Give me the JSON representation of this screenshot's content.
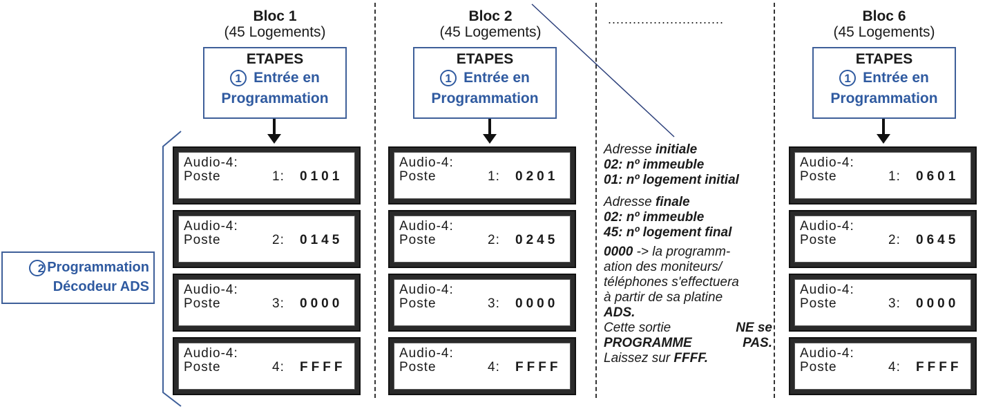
{
  "blocks": [
    {
      "name": "Bloc 1",
      "sub": "(45 Logements)",
      "codes": [
        "0101",
        "0145",
        "0000",
        "FFFF"
      ]
    },
    {
      "name": "Bloc 2",
      "sub": "(45 Logements)",
      "codes": [
        "0201",
        "0245",
        "0000",
        "FFFF"
      ]
    },
    {
      "name": "Bloc 6",
      "sub": "(45 Logements)",
      "codes": [
        "0601",
        "0645",
        "0000",
        "FFFF"
      ]
    }
  ],
  "etapes": {
    "title": "ETAPES",
    "step_num": "1",
    "line1": "Entrée en",
    "line2": "Programmation"
  },
  "lcd": {
    "line1": "Audio-4:",
    "poste": "Poste",
    "postes": [
      "1:",
      "2:",
      "3:",
      "4:"
    ]
  },
  "program": {
    "num": "2",
    "line1": "Programmation",
    "line2": "Décodeur ADS"
  },
  "ellipsis": "............................",
  "notes": {
    "n1_a": "Adresse ",
    "n1_b": "initiale",
    "n2": "02: nº immeuble",
    "n3": "01: nº logement initial",
    "n4_a": "Adresse ",
    "n4_b": "finale",
    "n5": "02: nº immeuble",
    "n6": "45: nº logement final",
    "n7_a": "0000",
    "n7_b": " -> la programm-",
    "n8": "ation des moniteurs/",
    "n9": "téléphones s'effectuera",
    "n10": "à partir de sa platine",
    "n11": "ADS.",
    "n12_a": "Cette sortie ",
    "n12_b": "NE se",
    "n13_a": "PROGRAMME",
    "n13_b": "PAS.",
    "n14_a": "Laissez sur ",
    "n14_b": "FFFF."
  },
  "colors": {
    "accent": "#2f5aa0",
    "border": "#3e5f99",
    "lcd_frame": "#2a2a2a"
  }
}
